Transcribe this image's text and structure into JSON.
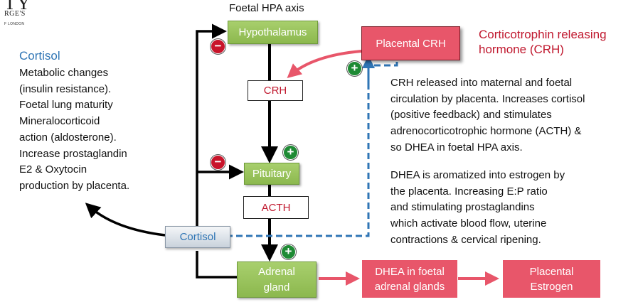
{
  "logo": {
    "line1": "TY",
    "line2": "RGE'S",
    "line3": "F LONDON"
  },
  "title": "Foetal HPA axis",
  "nodes": {
    "hypothalamus": "Hypothalamus",
    "placental_crh": "Placental CRH",
    "crh": "CRH",
    "pituitary": "Pituitary",
    "acth": "ACTH",
    "cortisol": "Cortisol",
    "adrenal_line1": "Adrenal",
    "adrenal_line2": "gland",
    "dhea_line1": "DHEA in foetal",
    "dhea_line2": "adrenal glands",
    "estrogen_line1": "Placental",
    "estrogen_line2": "Estrogen"
  },
  "signs": {
    "minus": "−",
    "plus": "+"
  },
  "cortisol_panel": {
    "heading": "Cortisol",
    "lines": [
      "Metabolic changes",
      "(insulin resistance).",
      "Foetal lung maturity",
      "Mineralocorticoid",
      "action (aldosterone).",
      "Increase prostaglandin",
      "E2 & Oxytocin",
      "production by placenta."
    ]
  },
  "crh_panel": {
    "heading_line1": "Corticotrophin releasing",
    "heading_line2": "hormone (CRH)",
    "para1": [
      "CRH released into maternal and foetal",
      "circulation by placenta.  Increases cortisol",
      "(positive feedback) and stimulates",
      "adrenocorticotrophic hormone (ACTH) &",
      "so DHEA in foetal HPA axis."
    ],
    "para2": [
      "DHEA is aromatized into estrogen by",
      "the placenta. Increasing E:P ratio",
      "and stimulating prostaglandins",
      "which activate blood flow, uterine",
      "contractions & cervical ripening."
    ]
  },
  "colors": {
    "green": "#9bc45d",
    "red": "#e8566a",
    "blue": "#2f75b5",
    "dark_red": "#c0182e"
  }
}
